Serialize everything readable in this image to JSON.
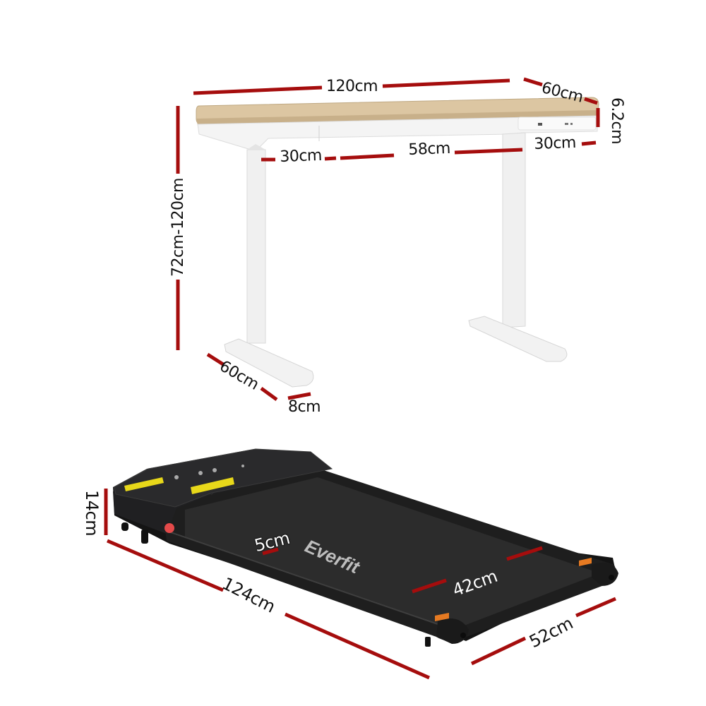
{
  "desk": {
    "dimensions": {
      "width": "120cm",
      "depth": "60cm",
      "top_thickness": "6.2cm",
      "height_range": "72cm-120cm",
      "drawer_left_offset": "30cm",
      "drawer_width": "58cm",
      "drawer_right_offset": "30cm",
      "foot_length": "60cm",
      "foot_width": "8cm"
    },
    "colors": {
      "top": "#d9c3a0",
      "frame": "#f2f2f2",
      "accent_line": "#a50d0d"
    }
  },
  "treadmill": {
    "brand": "Everfit",
    "dimensions": {
      "height": "14cm",
      "length": "124cm",
      "width": "52cm",
      "belt_width": "42cm",
      "side_rail": "5cm"
    },
    "colors": {
      "body": "#1c1c1e",
      "belt": "#2a2a2a",
      "warning_label": "#e8d81a",
      "accent_line": "#a50d0d"
    }
  }
}
